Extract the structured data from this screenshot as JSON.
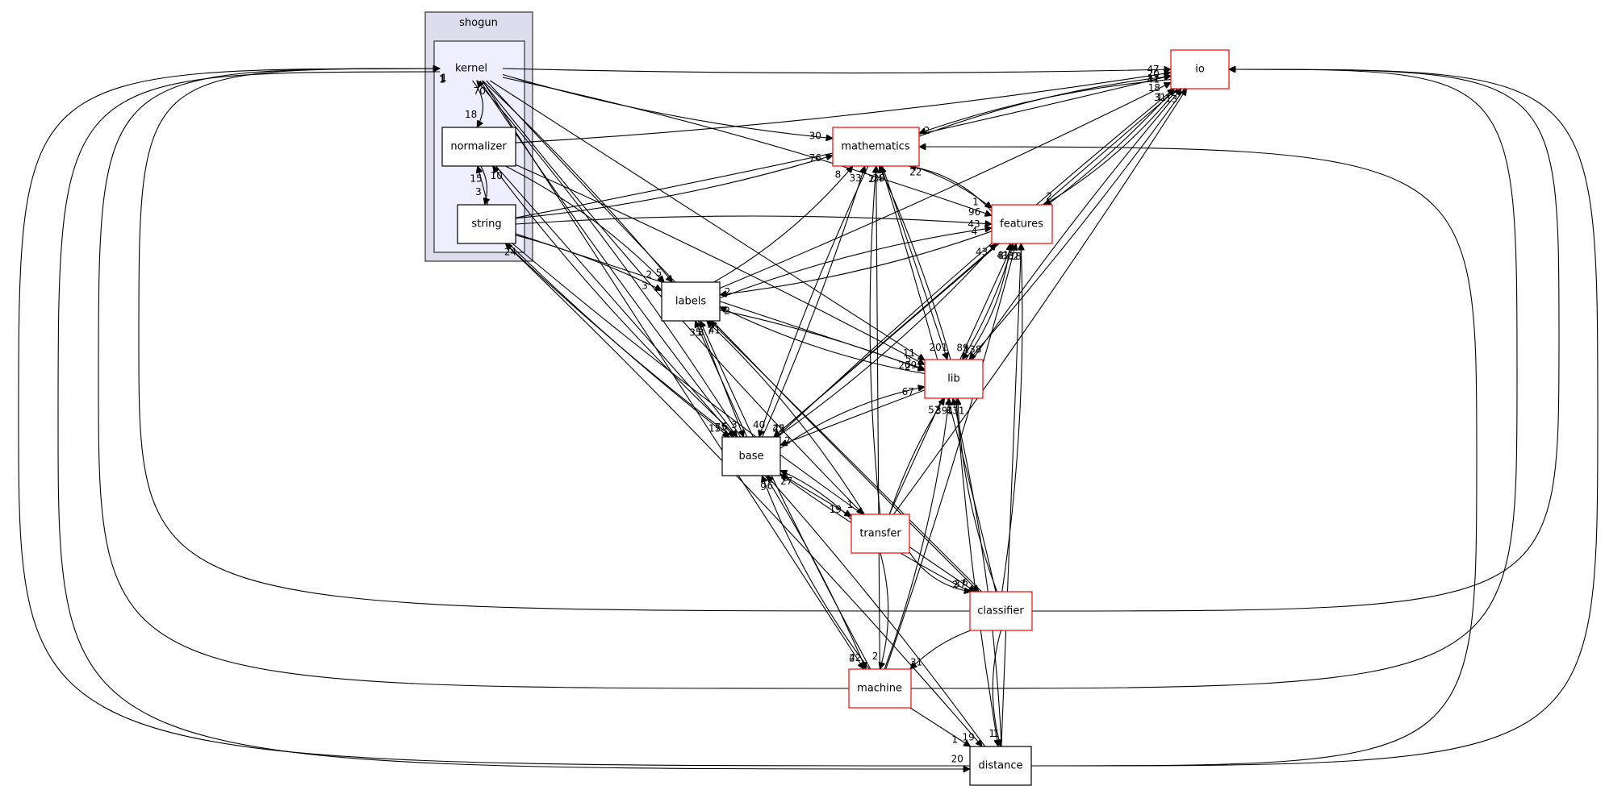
{
  "graph": {
    "title": "shogun",
    "clusters": [
      {
        "id": "shogun",
        "label": "shogun"
      },
      {
        "id": "kernel",
        "label": "kernel"
      }
    ],
    "nodes": [
      {
        "id": "normalizer",
        "label": "normalizer",
        "highlight": false
      },
      {
        "id": "string",
        "label": "string",
        "highlight": false
      },
      {
        "id": "io",
        "label": "io",
        "highlight": true
      },
      {
        "id": "mathematics",
        "label": "mathematics",
        "highlight": true
      },
      {
        "id": "features",
        "label": "features",
        "highlight": true
      },
      {
        "id": "labels",
        "label": "labels",
        "highlight": false
      },
      {
        "id": "lib",
        "label": "lib",
        "highlight": true
      },
      {
        "id": "base",
        "label": "base",
        "highlight": false
      },
      {
        "id": "transfer",
        "label": "transfer",
        "highlight": true
      },
      {
        "id": "classifier",
        "label": "classifier",
        "highlight": true
      },
      {
        "id": "machine",
        "label": "machine",
        "highlight": true
      },
      {
        "id": "distance",
        "label": "distance",
        "highlight": false
      }
    ],
    "edges": [
      {
        "from": "kernel",
        "to": "normalizer",
        "label": "18"
      },
      {
        "from": "normalizer",
        "to": "string",
        "label": "3"
      },
      {
        "from": "string",
        "to": "normalizer",
        "label": "15"
      },
      {
        "from": "kernel",
        "to": "io",
        "label": "47"
      },
      {
        "from": "kernel",
        "to": "mathematics",
        "label": "30"
      },
      {
        "from": "kernel",
        "to": "features",
        "label": "96"
      },
      {
        "from": "kernel",
        "to": "labels",
        "label": "5"
      },
      {
        "from": "kernel",
        "to": "lib",
        "label": "11"
      },
      {
        "from": "kernel",
        "to": "base",
        "label": "6"
      },
      {
        "from": "normalizer",
        "to": "io",
        "label": "20"
      },
      {
        "from": "normalizer",
        "to": "labels",
        "label": "2"
      },
      {
        "from": "normalizer",
        "to": "lib",
        "label": "5"
      },
      {
        "from": "normalizer",
        "to": "base",
        "label": "75"
      },
      {
        "from": "string",
        "to": "io",
        "label": "12"
      },
      {
        "from": "string",
        "to": "mathematics",
        "label": "76"
      },
      {
        "from": "string",
        "to": "features",
        "label": "43"
      },
      {
        "from": "string",
        "to": "labels",
        "label": "3"
      },
      {
        "from": "string",
        "to": "lib",
        "label": "209"
      },
      {
        "from": "string",
        "to": "base",
        "label": "15"
      },
      {
        "from": "string",
        "to": "classifier",
        "label": "37"
      },
      {
        "from": "mathematics",
        "to": "io",
        "label": "41"
      },
      {
        "from": "mathematics",
        "to": "features",
        "label": "1"
      },
      {
        "from": "mathematics",
        "to": "lib",
        "label": "201"
      },
      {
        "from": "mathematics",
        "to": "base",
        "label": "40"
      },
      {
        "from": "io",
        "to": "mathematics",
        "label": "2"
      },
      {
        "from": "io",
        "to": "features",
        "label": "2"
      },
      {
        "from": "io",
        "to": "lib",
        "label": "138"
      },
      {
        "from": "io",
        "to": "base",
        "label": "42"
      },
      {
        "from": "features",
        "to": "io",
        "label": "31"
      },
      {
        "from": "features",
        "to": "mathematics",
        "label": "22"
      },
      {
        "from": "features",
        "to": "labels",
        "label": "2"
      },
      {
        "from": "features",
        "to": "lib",
        "label": "89"
      },
      {
        "from": "features",
        "to": "base",
        "label": "25"
      },
      {
        "from": "labels",
        "to": "io",
        "label": "18"
      },
      {
        "from": "labels",
        "to": "mathematics",
        "label": "8"
      },
      {
        "from": "labels",
        "to": "features",
        "label": "4"
      },
      {
        "from": "labels",
        "to": "lib",
        "label": "2"
      },
      {
        "from": "labels",
        "to": "base",
        "label": "3"
      },
      {
        "from": "lib",
        "to": "mathematics",
        "label": "28"
      },
      {
        "from": "lib",
        "to": "features",
        "label": "8"
      },
      {
        "from": "lib",
        "to": "labels",
        "label": "2"
      },
      {
        "from": "lib",
        "to": "io",
        "label": "1"
      },
      {
        "from": "lib",
        "to": "base",
        "label": "2"
      },
      {
        "from": "lib",
        "to": "distance",
        "label": "1"
      },
      {
        "from": "base",
        "to": "kernel",
        "label": "70"
      },
      {
        "from": "base",
        "to": "normalizer",
        "label": "10"
      },
      {
        "from": "base",
        "to": "string",
        "label": "24"
      },
      {
        "from": "base",
        "to": "labels",
        "label": "35"
      },
      {
        "from": "base",
        "to": "mathematics",
        "label": "33"
      },
      {
        "from": "base",
        "to": "features",
        "label": "43"
      },
      {
        "from": "base",
        "to": "lib",
        "label": "67"
      },
      {
        "from": "base",
        "to": "io",
        "label": "1"
      },
      {
        "from": "base",
        "to": "transfer",
        "label": "19"
      },
      {
        "from": "transfer",
        "to": "base",
        "label": "6"
      },
      {
        "from": "transfer",
        "to": "labels",
        "label": "7"
      },
      {
        "from": "transfer",
        "to": "mathematics",
        "label": "1"
      },
      {
        "from": "transfer",
        "to": "lib",
        "label": "52"
      },
      {
        "from": "transfer",
        "to": "features",
        "label": "41"
      },
      {
        "from": "transfer",
        "to": "io",
        "label": "3"
      },
      {
        "from": "transfer",
        "to": "classifier",
        "label": "2"
      },
      {
        "from": "transfer",
        "to": "machine",
        "label": "2"
      },
      {
        "from": "classifier",
        "to": "base",
        "label": "27"
      },
      {
        "from": "classifier",
        "to": "labels",
        "label": "41"
      },
      {
        "from": "classifier",
        "to": "mathematics",
        "label": "4"
      },
      {
        "from": "classifier",
        "to": "features",
        "label": "18"
      },
      {
        "from": "classifier",
        "to": "lib",
        "label": "131"
      },
      {
        "from": "classifier",
        "to": "io",
        "label": "25"
      },
      {
        "from": "classifier",
        "to": "kernel",
        "label": "1"
      },
      {
        "from": "classifier",
        "to": "machine",
        "label": "31"
      },
      {
        "from": "classifier",
        "to": "distance",
        "label": "1"
      },
      {
        "from": "machine",
        "to": "base",
        "label": "9"
      },
      {
        "from": "machine",
        "to": "labels",
        "label": "8"
      },
      {
        "from": "machine",
        "to": "mathematics",
        "label": "2"
      },
      {
        "from": "machine",
        "to": "features",
        "label": "33"
      },
      {
        "from": "machine",
        "to": "lib",
        "label": "39"
      },
      {
        "from": "machine",
        "to": "io",
        "label": "15"
      },
      {
        "from": "machine",
        "to": "kernel",
        "label": "1"
      },
      {
        "from": "machine",
        "to": "distance",
        "label": "1"
      },
      {
        "from": "distance",
        "to": "base",
        "label": "6"
      },
      {
        "from": "distance",
        "to": "lib",
        "label": "4"
      },
      {
        "from": "distance",
        "to": "io",
        "label": "29"
      },
      {
        "from": "distance",
        "to": "mathematics",
        "label": "4"
      },
      {
        "from": "distance",
        "to": "features",
        "label": "2"
      },
      {
        "from": "distance",
        "to": "kernel",
        "label": "1"
      },
      {
        "from": "kernel",
        "to": "distance",
        "label": "20"
      },
      {
        "from": "string",
        "to": "distance",
        "label": "19"
      },
      {
        "from": "base",
        "to": "machine",
        "label": "42"
      },
      {
        "from": "kernel",
        "to": "machine",
        "label": "2"
      },
      {
        "from": "kernel",
        "to": "classifier",
        "label": "6"
      },
      {
        "from": "kernel",
        "to": "transfer",
        "label": "1"
      }
    ]
  }
}
